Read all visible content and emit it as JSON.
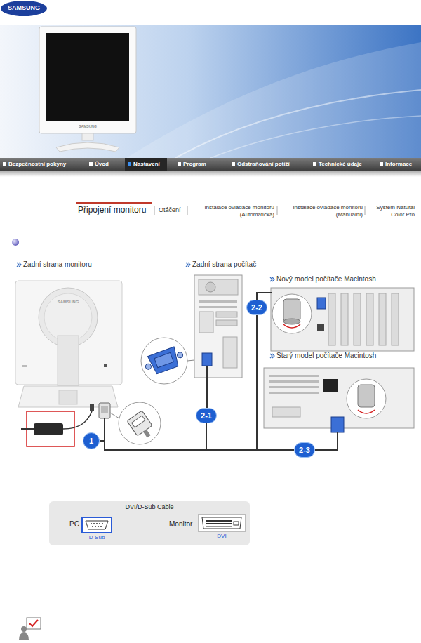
{
  "diagram": {
    "nodes": [
      {
        "text": [
          "1"
        ]
      },
      {
        "text": [
          "2-1"
        ]
      },
      {
        "text": [
          "2-2"
        ]
      },
      {
        "text": [
          "2-3"
        ]
      },
      {
        "text": [
          "DVI/D-Sub Cable"
        ]
      },
      {
        "text": [
          "D-Sub"
        ],
        "in": 4
      },
      {
        "text": [
          "DVI"
        ],
        "in": 4
      }
    ],
    "edges": [
      {
        "from": 0,
        "to": 1,
        "arrow": "none"
      },
      {
        "from": 0,
        "to": 2,
        "arrow": "none"
      },
      {
        "from": 0,
        "to": 3,
        "arrow": "none"
      }
    ],
    "labels": [
      "SAMSUNG",
      "SAMSUNG",
      "Bezpečnostní pokyny",
      "Úvod",
      "Nastavení",
      "Program",
      "Odstraňování potíží",
      "Technické údaje",
      "Informace",
      "Připojení monitoru",
      "Otáčení",
      "Instalace ovladače monitoru (Automatická)",
      "Instalace ovladače monitoru (Manuální)",
      "Systém Natural Color Pro",
      "Zadní strana monitoru",
      "Zadní strana počítač",
      "Nový model počítače Macintosh",
      "Starý model počítače Macintosh",
      "SAMSUNG",
      "PC",
      "Monitor"
    ]
  }
}
